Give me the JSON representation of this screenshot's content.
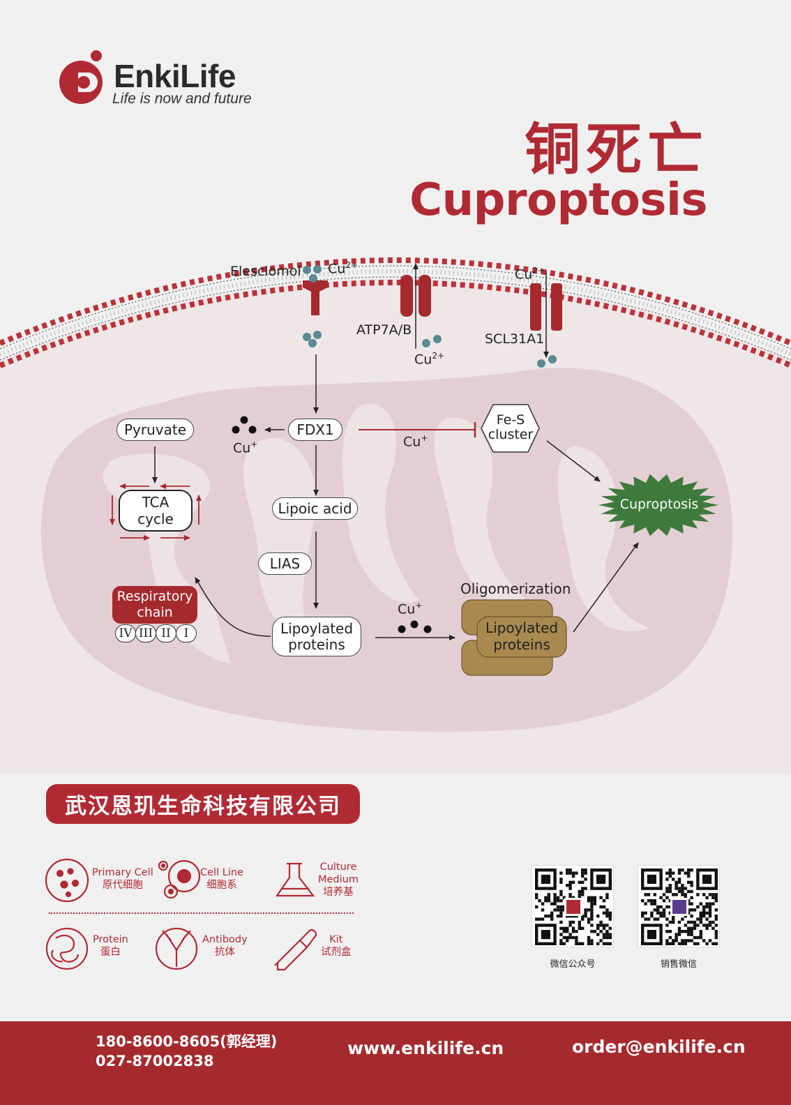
{
  "brand": {
    "name": "EnkiLife",
    "slogan": "Life is now and future"
  },
  "title": {
    "chinese": "铜死亡",
    "english": "Cuproptosis"
  },
  "membrane": {
    "elesclomol_label": "Elesclomol",
    "cu2_top_left": "Cu",
    "cu2_top_left_sup": "2+",
    "atp7_label": "ATP7A/B",
    "cu2_atp": "Cu",
    "cu2_atp_sup": "2+",
    "cu2_top_right": "Cu",
    "cu2_top_right_sup": "2+",
    "scl_label": "SCL31A1"
  },
  "pathway": {
    "pyruvate": "Pyruvate",
    "tca_line1": "TCA",
    "tca_line2": "cycle",
    "respiratory_line1": "Respiratory",
    "respiratory_line2": "chain",
    "complexes": [
      "IV",
      "III",
      "II",
      "I"
    ],
    "fdx1": "FDX1",
    "cu_plus_left": "Cu",
    "cu_plus_left_sup": "+",
    "cu_plus_mid": "Cu",
    "cu_plus_mid_sup": "+",
    "lipoic_acid": "Lipoic acid",
    "lias": "LIAS",
    "lipoylated_line1": "Lipoylated",
    "lipoylated_line2": "proteins",
    "cu_plus_bottom": "Cu",
    "cu_plus_bottom_sup": "+",
    "oligomerization": "Oligomerization",
    "olig_line1": "Lipoylated",
    "olig_line2": "proteins",
    "fes_line1": "Fe-S",
    "fes_line2": "cluster",
    "cuproptosis": "Cuproptosis"
  },
  "company": {
    "name": "武汉恩玑生命科技有限公司"
  },
  "products": [
    {
      "en": "Primary Cell",
      "cn": "原代细胞",
      "icon": "primary-cell-icon"
    },
    {
      "en": "Cell Line",
      "cn": "细胞系",
      "icon": "cell-line-icon"
    },
    {
      "en": "Culture\nMedium",
      "cn": "培养基",
      "icon": "flask-icon"
    },
    {
      "en": "Protein",
      "cn": "蛋白",
      "icon": "protein-icon"
    },
    {
      "en": "Antibody",
      "cn": "抗体",
      "icon": "antibody-icon"
    },
    {
      "en": "Kit",
      "cn": "试剂盒",
      "icon": "pipette-icon"
    }
  ],
  "qr": {
    "official_caption": "微信公众号",
    "sales_caption": "销售微信"
  },
  "footer": {
    "phone1": "180-8600-8605(郭经理)",
    "phone2": "027-87002838",
    "website": "www.enkilife.cn",
    "email": "order@enkilife.cn"
  },
  "colors": {
    "brand_red": "#b02a33",
    "dark_red": "#a52a2e",
    "green": "#3e7a3c",
    "gold": "#a9894f",
    "ion_teal": "#5b8a94"
  }
}
